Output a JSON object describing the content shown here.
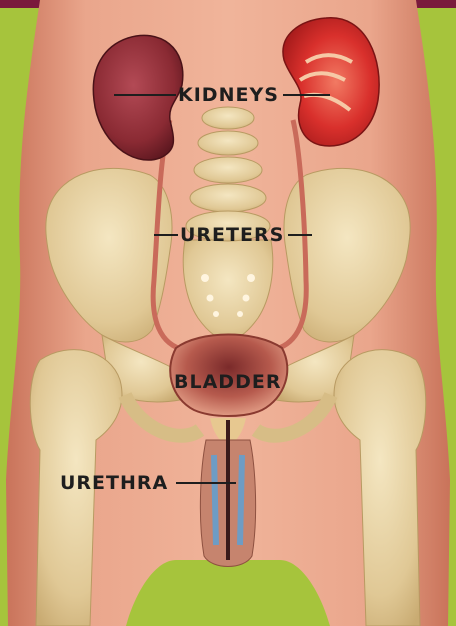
{
  "labels": {
    "kidneys": "KIDNEYS",
    "ureters": "URETERS",
    "bladder": "BLADDER",
    "urethra": "URETHRA"
  },
  "colors": {
    "background": "#a6c43c",
    "top_bar": "#7a1a3c",
    "skin": "#e7a38a",
    "bone": "#e9d6a9",
    "kidney_left": "#8a2a33",
    "kidney_right": "#d9302c",
    "label_text": "#1e1e1e"
  }
}
